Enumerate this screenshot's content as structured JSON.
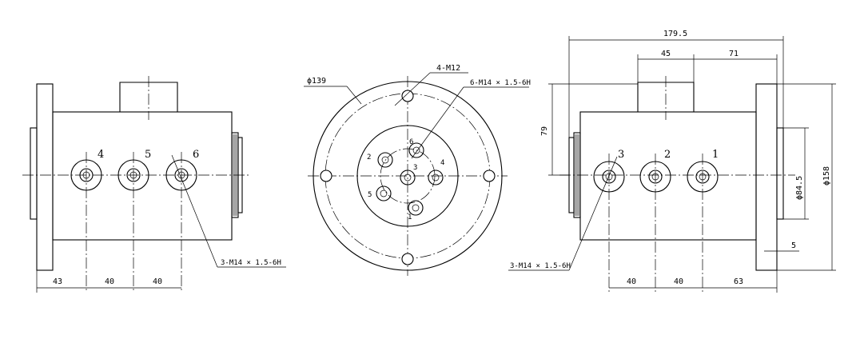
{
  "drawing": {
    "left_view": {
      "port_numbers": [
        "4",
        "5",
        "6"
      ],
      "thread_callout": "3-M14 × 1.5-6H",
      "dims": [
        "43",
        "40",
        "40"
      ]
    },
    "center_view": {
      "bolt_circle_dia": "ϕ139",
      "bolt_callout": "4-M12",
      "port_callout": "6-M14 × 1.5-6H",
      "port_numbers": [
        "1",
        "2",
        "3",
        "4",
        "5",
        "6"
      ]
    },
    "right_view": {
      "port_numbers": [
        "3",
        "2",
        "1"
      ],
      "thread_callout": "3-M14 × 1.5-6H",
      "overall_length": "179.5",
      "dim_45": "45",
      "dim_71": "71",
      "dim_79": "79",
      "dia_84_5": "ϕ84.5",
      "dia_158": "ϕ158",
      "dim_5": "5",
      "bottom_dims": [
        "40",
        "40",
        "63"
      ]
    }
  }
}
